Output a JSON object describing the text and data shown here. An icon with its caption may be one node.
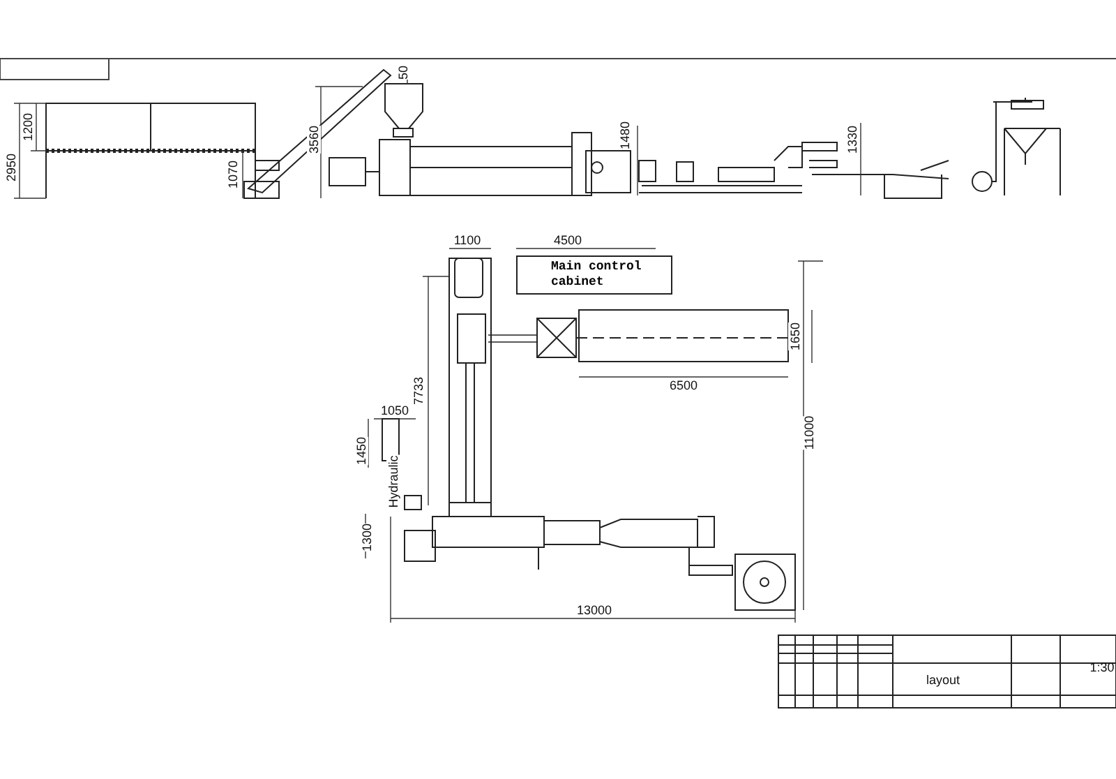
{
  "diagram": {
    "nodes": [
      {
        "text": [
          "Main control cabinet"
        ]
      }
    ],
    "edges": [],
    "labels": [
      "2950",
      "1200",
      "1070",
      "3560",
      "50",
      "1480",
      "1330",
      "1100",
      "4500",
      "1650",
      "6500",
      "7733",
      "11000",
      "1050",
      "1450",
      "Hydraulic",
      "1300",
      "13000",
      "layout",
      "1:30"
    ]
  }
}
